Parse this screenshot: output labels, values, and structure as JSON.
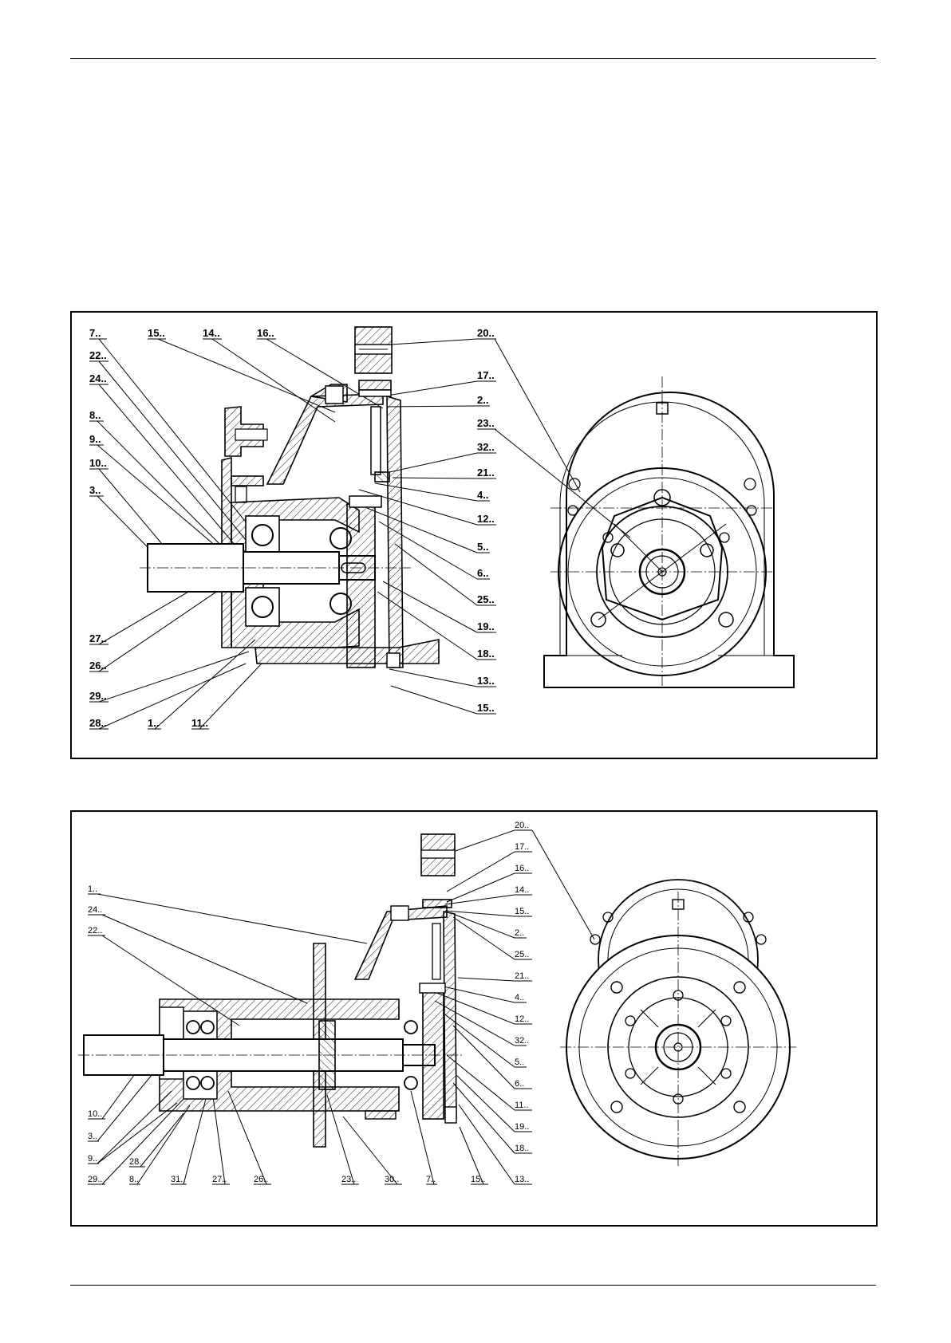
{
  "drawings": [
    {
      "id": "upper",
      "callouts_left": [
        "7..",
        "22..",
        "24..",
        "8..",
        "9..",
        "10..",
        "3..",
        "27..",
        "26..",
        "29..",
        "28.."
      ],
      "callouts_top": [
        "15..",
        "14..",
        "16.."
      ],
      "callouts_bottom": [
        "1..",
        "11.."
      ],
      "callouts_right": [
        "20..",
        "17..",
        "2..",
        "23..",
        "32..",
        "21..",
        "4..",
        "12..",
        "5..",
        "6..",
        "25..",
        "19..",
        "18..",
        "13..",
        "15.."
      ]
    },
    {
      "id": "lower",
      "callouts_left": [
        "1..",
        "24..",
        "22..",
        "10..",
        "3..",
        "9..",
        "28..",
        "29..",
        "8.."
      ],
      "callouts_bottom": [
        "31..",
        "27..",
        "26..",
        "23..",
        "30..",
        "7..",
        "15..",
        "13.."
      ],
      "callouts_right": [
        "20..",
        "17..",
        "16..",
        "14..",
        "15..",
        "2..",
        "25..",
        "21..",
        "4..",
        "12..",
        "32..",
        "5..",
        "6..",
        "11..",
        "19..",
        "18.."
      ]
    }
  ]
}
